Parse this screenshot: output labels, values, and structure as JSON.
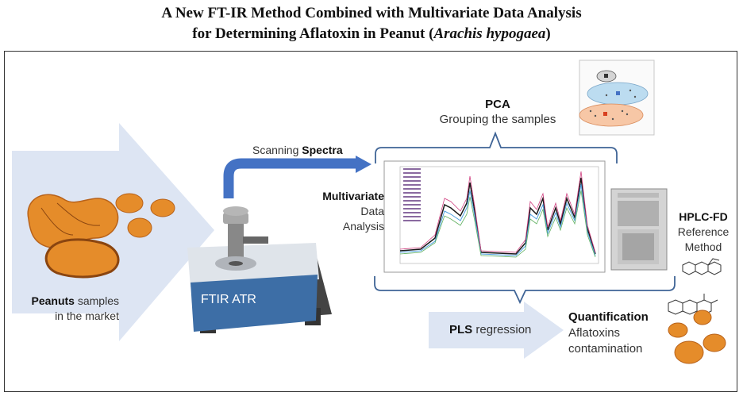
{
  "title": {
    "line1": "A New FT-IR Method Combined with Multivariate Data Analysis",
    "line2_prefix": "for Determining Aflatoxin in Peanut (",
    "line2_italic": "Arachis hypogaea",
    "line2_suffix": ")"
  },
  "peanuts": {
    "bold": "Peanuts",
    "rest": " samples",
    "line2": "in the market"
  },
  "ftir": {
    "label": "FTIR ATR"
  },
  "scanning": {
    "prefix": "Scanning ",
    "bold": "Spectra"
  },
  "pca": {
    "title": "PCA",
    "subtitle": "Grouping the samples"
  },
  "multivariate": {
    "line1": "Multivariate",
    "line2": "Data",
    "line3": "Analysis"
  },
  "hplc": {
    "title": "HPLC-FD",
    "line2": "Reference",
    "line3": "Method"
  },
  "pls": {
    "bold": "PLS",
    "rest": " regression"
  },
  "quant": {
    "title": "Quantification",
    "line2": "Aflatoxins",
    "line3": "contamination"
  },
  "colors": {
    "arrow_light": "#dde5f3",
    "arrow_blue": "#4472c4",
    "brace": "#3f6496",
    "peanut_fill": "#e58c2a",
    "instrument_blue": "#3d6ea6"
  }
}
